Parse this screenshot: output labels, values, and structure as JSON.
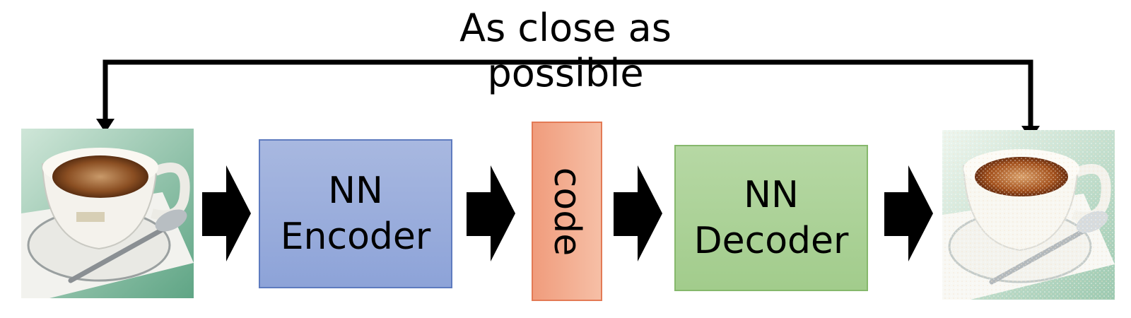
{
  "title": "As close as possible",
  "encoder": {
    "line1": "NN",
    "line2": "Encoder"
  },
  "code": "code",
  "decoder": {
    "line1": "NN",
    "line2": "Decoder"
  },
  "images": {
    "input": "espresso-cup-image",
    "output": "reconstructed-espresso-cup-image"
  }
}
